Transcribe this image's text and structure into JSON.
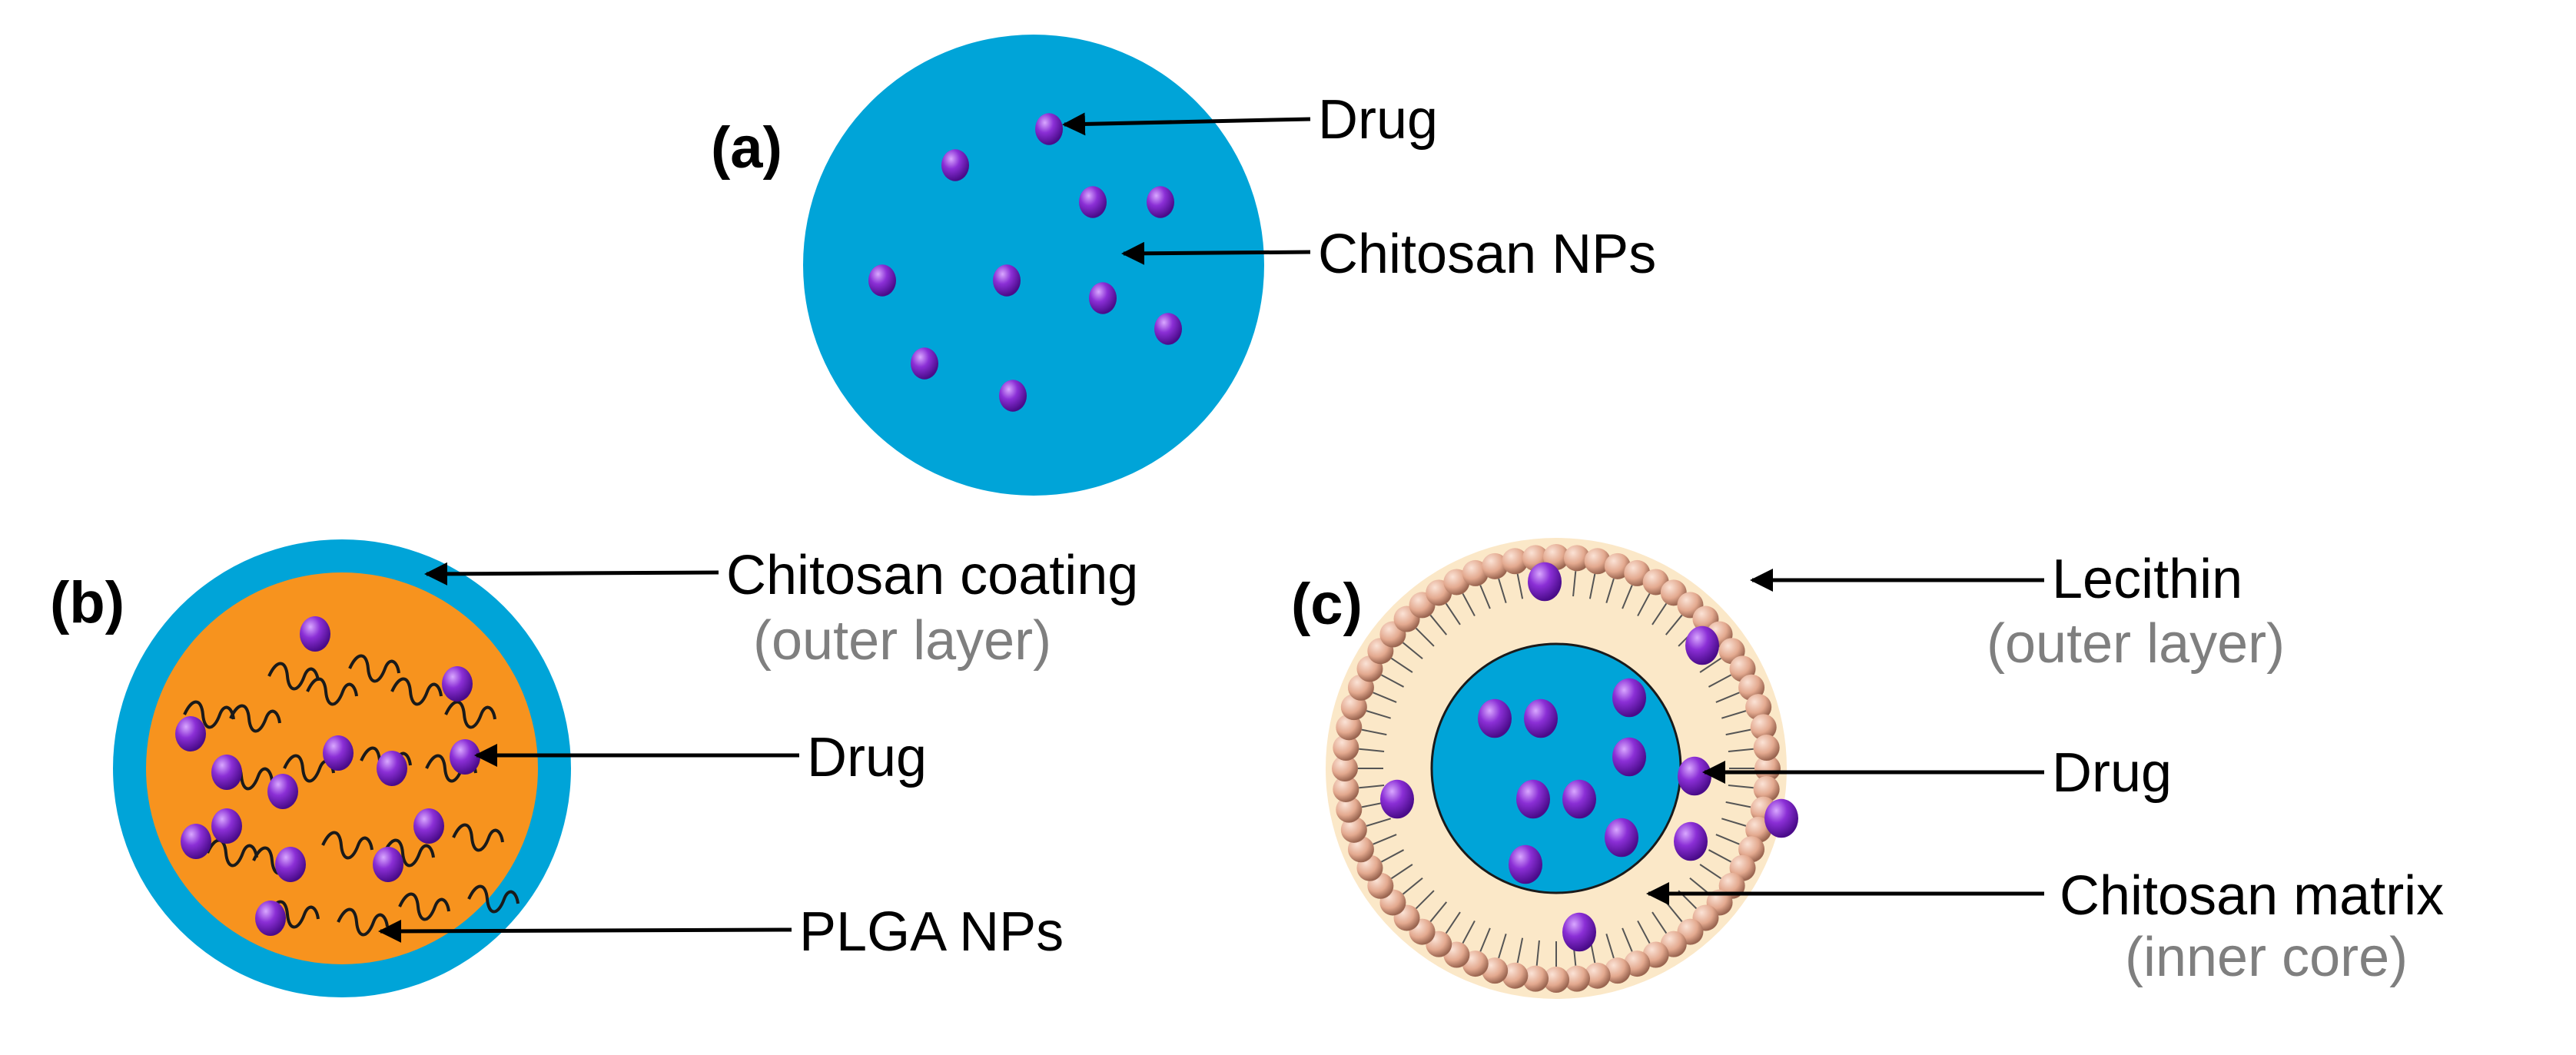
{
  "panel_a": {
    "label": "(a)",
    "drug_label": "Drug",
    "matrix_label": "Chitosan NPs"
  },
  "panel_b": {
    "label": "(b)",
    "coating_label": "Chitosan coating",
    "coating_sub": "(outer layer)",
    "drug_label": "Drug",
    "core_label": "PLGA NPs"
  },
  "panel_c": {
    "label": "(c)",
    "shell_label": "Lecithin",
    "shell_sub": "(outer layer)",
    "drug_label": "Drug",
    "core_label": "Chitosan matrix",
    "core_sub": "(inner core)"
  },
  "colors": {
    "chitosan": "#00a4d8",
    "plga": "#f7931e",
    "lecithin_fill": "#fbe8c8",
    "lipid_head": "#e8b39a",
    "drug": "#7a1fc4",
    "drug_highlight": "#c68cf5",
    "subtitle_gray": "#7f7f7f"
  },
  "icons": [
    "drug-particle-icon",
    "lipid-head-icon",
    "polymer-chain-icon",
    "arrow-icon"
  ]
}
